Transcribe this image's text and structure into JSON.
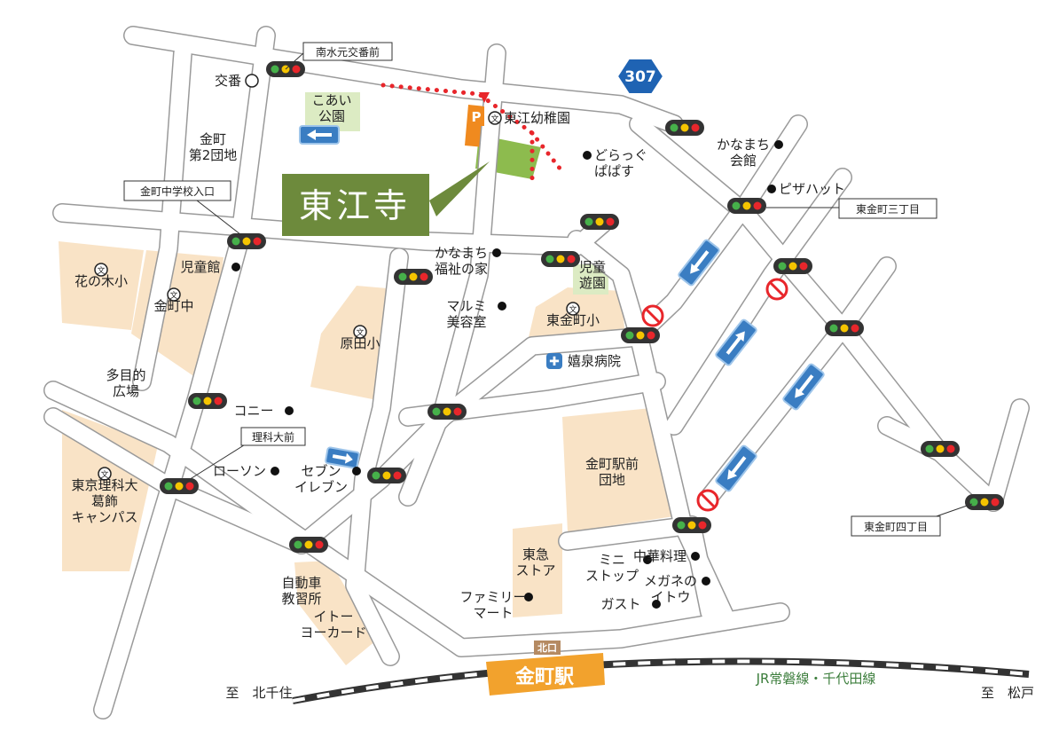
{
  "temple": {
    "name": "東江寺"
  },
  "station": {
    "name": "金町駅",
    "exit": "北口"
  },
  "railway": {
    "name": "JR常磐線・千代田線",
    "to_left": "至　北千住",
    "to_right": "至　松戸"
  },
  "route": {
    "number": "307"
  },
  "intersections": [
    {
      "id": "minamimizumoto",
      "label": "南水元交番前"
    },
    {
      "id": "kanamachi-chugakko",
      "label": "金町中学校入口"
    },
    {
      "id": "higashi-kanamachi-3",
      "label": "東金町三丁目"
    },
    {
      "id": "rikadai",
      "label": "理科大前"
    },
    {
      "id": "higashi-kanamachi-4",
      "label": "東金町四丁目"
    }
  ],
  "places": {
    "koban": "交番",
    "koai_park": "こあい\n公園",
    "kanamachi_danchi2": "金町\n第2団地",
    "higashie_kindergarten": "東江幼稚園",
    "dorag": "どらっぐ\nぱぱす",
    "kanamachi_hall": "かなまち\n会館",
    "pizzahut": "ピザハット",
    "welfare": "かなまち\n福祉の家",
    "jido_yuen": "児童\n遊園",
    "jidokan": "児童館",
    "hananoki": "花の木小",
    "kanamachi_chu": "金町中",
    "harada": "原田小",
    "marumi": "マルミ\n美容室",
    "higashi_kanamachi_sho": "東金町小",
    "kisen_hospital": "嬉泉病院",
    "tamokuteki": "多目的\n広場",
    "konii": "コニー",
    "lawson": "ローソン",
    "seven": "セブン\nイレブン",
    "rikadai_campus": "東京理科大\n葛飾\nキャンパス",
    "ekimae_danchi": "金町駅前\n団地",
    "tokyu": "東急\nストア",
    "mini_stop": "ミニ\nストップ",
    "chuka": "中華料理",
    "megane": "メガネの\nイトウ",
    "gusto": "ガスト",
    "familymart": "ファミリー\nマート",
    "driving_school": "自動車\n教習所",
    "itoyokado": "イトー\nヨーカード"
  },
  "legend_icons": {
    "parking": "P",
    "school_symbol": "文",
    "hospital_symbol": "✚"
  },
  "colors": {
    "temple_green": "#6d8a3c",
    "temple_area": "#8dbb4e",
    "station_orange": "#f2a22d",
    "facility_beige": "#f9e3c6",
    "park_green": "#dcebc3",
    "route_red": "#e8262b",
    "oneway_blue": "#3a7dc2",
    "route_badge": "#1f63b3"
  }
}
